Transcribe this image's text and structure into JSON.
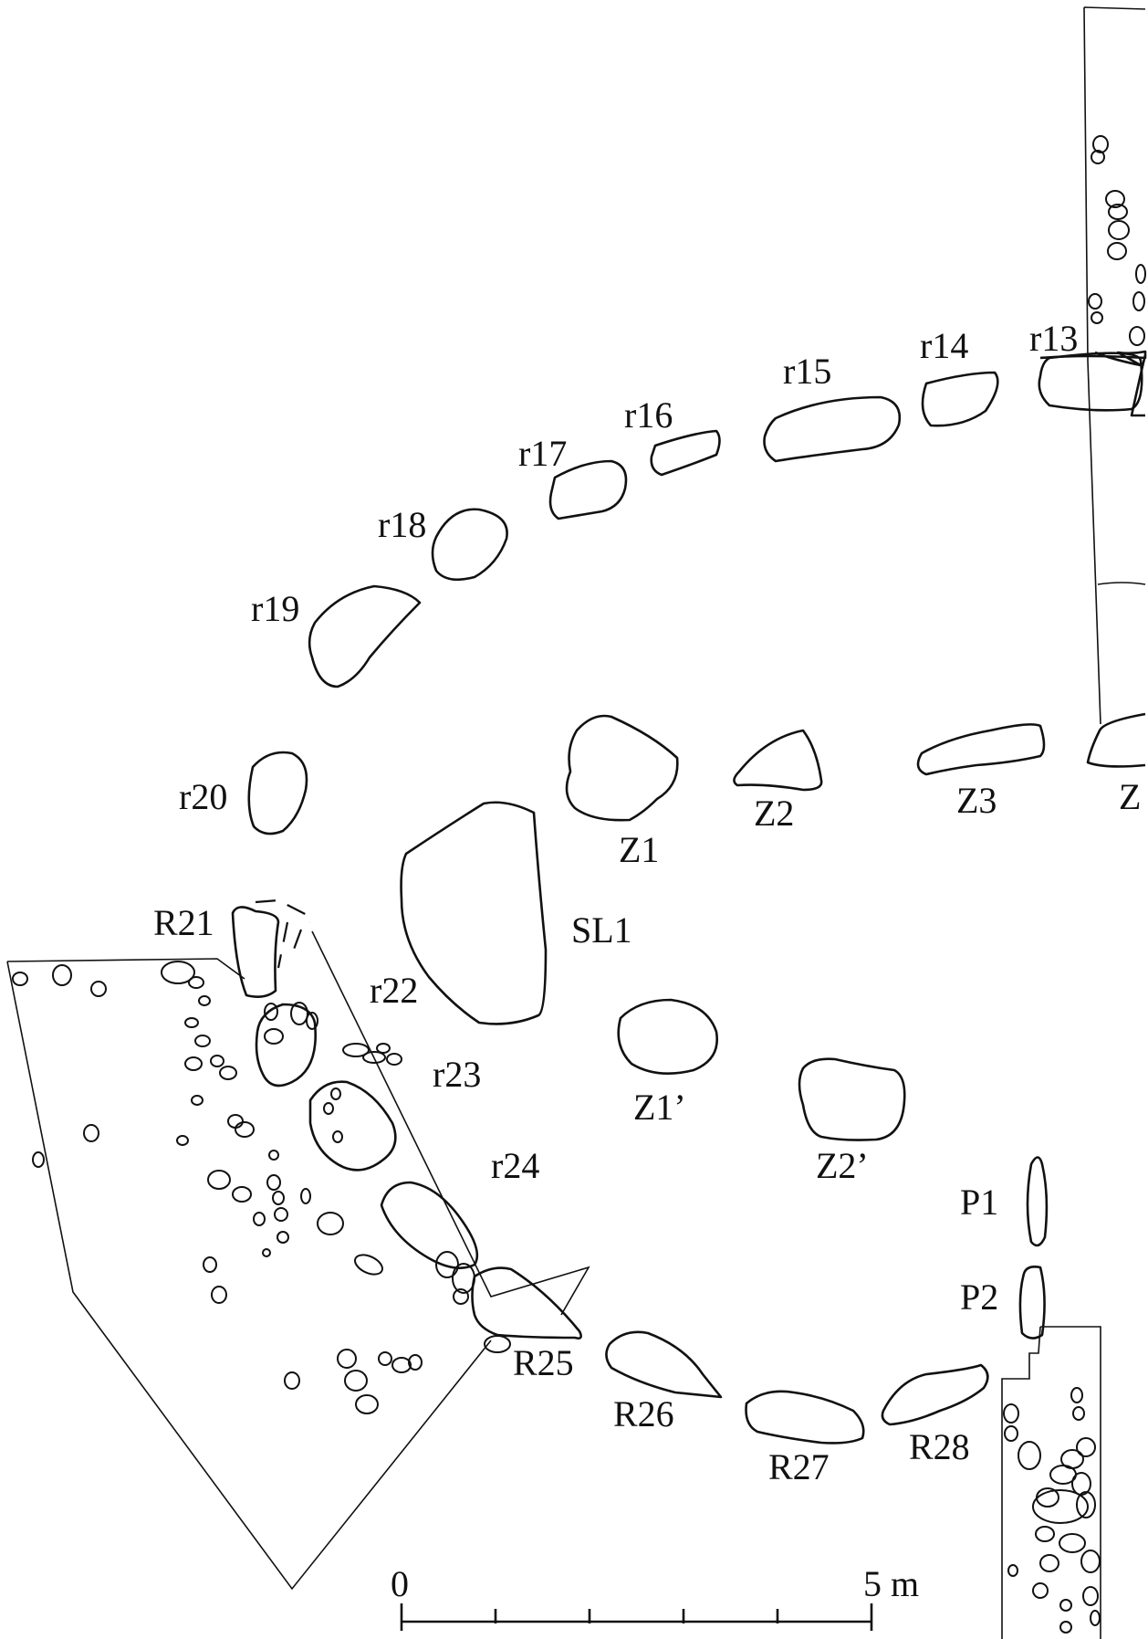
{
  "labels": {
    "r13": "r13",
    "r14": "r14",
    "r15": "r15",
    "r16": "r16",
    "r17": "r17",
    "r18": "r18",
    "r19": "r19",
    "r20": "r20",
    "R21": "R21",
    "r22": "r22",
    "r23": "r23",
    "r24": "r24",
    "R25": "R25",
    "R26": "R26",
    "R27": "R27",
    "R28": "R28",
    "Z1": "Z1",
    "Z2": "Z2",
    "Z3": "Z3",
    "Z4_partial": "Z",
    "SL1": "SL1",
    "Z1p": "Z1’",
    "Z2p": "Z2’",
    "P1": "P1",
    "P2": "P2"
  },
  "scale_bar": {
    "start_label": "0",
    "end_label": "5 m"
  }
}
